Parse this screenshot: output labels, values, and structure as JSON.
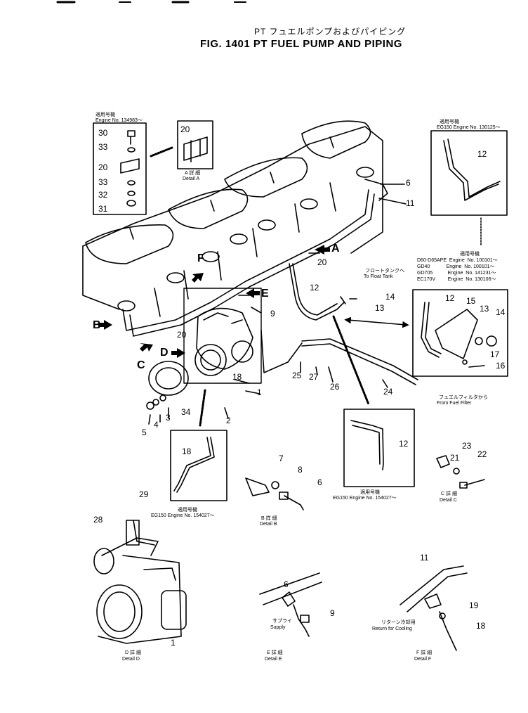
{
  "header": {
    "title_jp": "PT フュエルポンプおよびパイピング",
    "title": "FIG. 1401  PT FUEL PUMP AND PIPING"
  },
  "serial_boxes": {
    "top_left": {
      "jp": "適用号機",
      "engine": "Engine  No. 134983～"
    },
    "top_right": {
      "jp": "適用号機",
      "engine": "EG150  Engine  No. 130125～"
    },
    "right_mid": {
      "jp": "適用号機",
      "rows": [
        "D60-D65APE  Engine  No. 100101～",
        "GD40            Engine  No. 100101～",
        "GD705           Engine  No. 141231～",
        "EC170V         Engine  No. 130106～"
      ]
    },
    "detail18": {
      "jp": "適用号機",
      "engine": "EG150  Engine  No. 154027～"
    },
    "detail12b": {
      "jp": "適用号機",
      "engine": "EG150  Engine  No. 154027～"
    }
  },
  "details": {
    "a": {
      "jp": "A 詳 細",
      "en": "Detail A"
    },
    "b": {
      "jp": "B 詳 細",
      "en": "Detail B"
    },
    "c": {
      "jp": "C 詳 細",
      "en": "Detail C"
    },
    "d": {
      "jp": "D 詳 細",
      "en": "Detail D"
    },
    "e": {
      "jp": "E 詳 細",
      "en": "Detail E"
    },
    "f": {
      "jp": "F 詳 細",
      "en": "Detail F"
    }
  },
  "notes": {
    "float_tank_jp": "フロートタンクへ",
    "float_tank_en": "To Float Tank",
    "fuel_filter_jp": "フュエルフィルタから",
    "fuel_filter_en": "From Fuel Filter",
    "supply_jp": "サプライ",
    "supply_en": "Supply",
    "return_jp": "リターン冷却用",
    "return_en": "Return for Cooling"
  },
  "view_letters": {
    "a": "A",
    "b": "B",
    "c": "C",
    "d": "D",
    "e": "E",
    "f": "F"
  },
  "part_numbers": {
    "p1": "1",
    "p2": "2",
    "p3": "3",
    "p4": "4",
    "p5": "5",
    "p6": "6",
    "p7": "7",
    "p8": "8",
    "p9": "9",
    "p11": "11",
    "p12": "12",
    "p13": "13",
    "p14": "14",
    "p15": "15",
    "p16": "16",
    "p17": "17",
    "p18": "18",
    "p19": "19",
    "p20": "20",
    "p21": "21",
    "p22": "22",
    "p23": "23",
    "p24": "24",
    "p25": "25",
    "p26": "26",
    "p27": "27",
    "p28": "28",
    "p29": "29",
    "p30": "30",
    "p31": "31",
    "p32": "32",
    "p33": "33",
    "p34": "34"
  }
}
